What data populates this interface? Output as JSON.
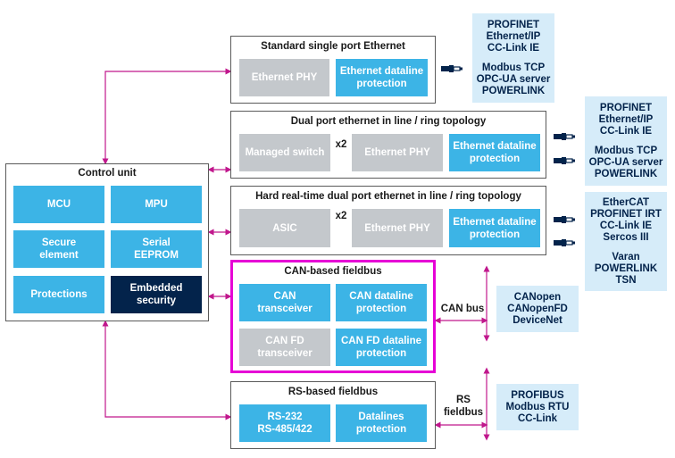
{
  "colors": {
    "accent": "#3cb4e6",
    "grey": "#c4c8cc",
    "navy": "#03234b",
    "protocol_bg": "#d6ecf9",
    "arrow": "#c0178c",
    "highlight": "#e600d6"
  },
  "control_unit": {
    "title": "Control unit",
    "mcu": "MCU",
    "mpu": "MPU",
    "secure": "Secure\nelement",
    "eeprom": "Serial\nEEPROM",
    "protections": "Protections",
    "embedded": "Embedded\nsecurity"
  },
  "std_eth": {
    "title": "Standard single port Ethernet",
    "phy": "Ethernet PHY",
    "protect": "Ethernet dataline\nprotection",
    "protocols": [
      "PROFINET",
      "Ethernet/IP",
      "CC-Link IE",
      "",
      "Modbus TCP",
      "OPC-UA server",
      "POWERLINK"
    ]
  },
  "dual_eth": {
    "title": "Dual port ethernet in line / ring topology",
    "switch": "Managed switch",
    "x2": "x2",
    "phy": "Ethernet PHY",
    "protect": "Ethernet dataline\nprotection",
    "protocols": [
      "PROFINET",
      "Ethernet/IP",
      "CC-Link IE",
      "",
      "Modbus TCP",
      "OPC-UA server",
      "POWERLINK"
    ]
  },
  "rt_eth": {
    "title": "Hard real-time dual port ethernet in line / ring topology",
    "asic": "ASIC",
    "x2": "x2",
    "phy": "Ethernet PHY",
    "protect": "Ethernet dataline\nprotection",
    "protocols": [
      "EtherCAT",
      "PROFINET IRT",
      "CC-Link IE",
      "Sercos III",
      "",
      "Varan",
      "POWERLINK",
      "TSN"
    ]
  },
  "can": {
    "title": "CAN-based fieldbus",
    "transceiver": "CAN\ntransceiver",
    "protect": "CAN dataline\nprotection",
    "fd_transceiver": "CAN FD\ntransceiver",
    "fd_protect": "CAN FD dataline\nprotection",
    "bus": "CAN bus",
    "protocols": [
      "CANopen",
      "CANopenFD",
      "DeviceNet"
    ]
  },
  "rs": {
    "title": "RS-based fieldbus",
    "transceiver": "RS-232\nRS-485/422",
    "protect": "Datalines\nprotection",
    "bus": "RS\nfieldbus",
    "protocols": [
      "PROFIBUS",
      "Modbus RTU",
      "CC-Link"
    ]
  }
}
